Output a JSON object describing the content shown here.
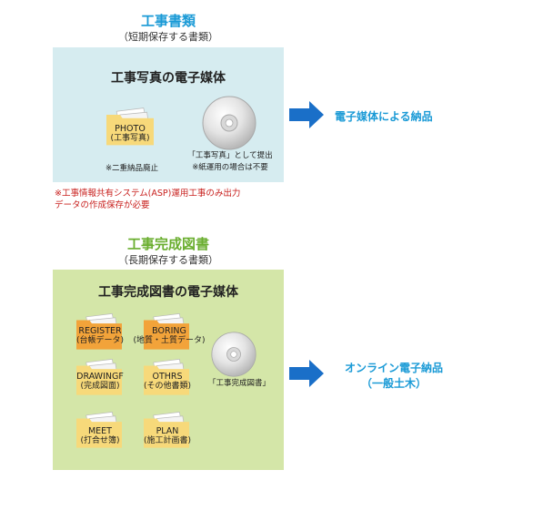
{
  "top": {
    "heading": "工事書類",
    "subheading": "（短期保存する書類）",
    "panel_title": "工事写真の電子媒体",
    "folder": {
      "name": "PHOTO",
      "sub": "(工事写真)"
    },
    "folder_note": "※二重納品廃止",
    "cd_note_1": "「工事写真」として提出",
    "cd_note_2": "※紙運用の場合は不要",
    "red_note_1": "※工事情報共有システム(ASP)運用工事のみ出力",
    "red_note_2": "データの作成保存が必要",
    "arrow_label": "電子媒体による納品"
  },
  "bottom": {
    "heading": "工事完成図書",
    "subheading": "（長期保存する書類）",
    "panel_title": "工事完成図書の電子媒体",
    "folders": [
      {
        "name": "REGISTER",
        "sub": "(台帳データ)"
      },
      {
        "name": "BORING",
        "sub": "(地質・土質データ)"
      },
      {
        "name": "DRAWINGF",
        "sub": "(完成図面)"
      },
      {
        "name": "OTHRS",
        "sub": "(その他書類)"
      },
      {
        "name": "MEET",
        "sub": "(打合せ簿)"
      },
      {
        "name": "PLAN",
        "sub": "(施工計画書)"
      }
    ],
    "cd_note": "「工事完成図書」",
    "arrow_label_1": "オンライン電子納品",
    "arrow_label_2": "（一般土木）"
  },
  "colors": {
    "blue": "#1a9ad6",
    "green": "#6aae2f",
    "panel_top": "#d6ecf0",
    "panel_bottom": "#d4e6a8",
    "folder": "#f7d97a",
    "folder_dark": "#f2a33a",
    "red": "#c8201e"
  }
}
